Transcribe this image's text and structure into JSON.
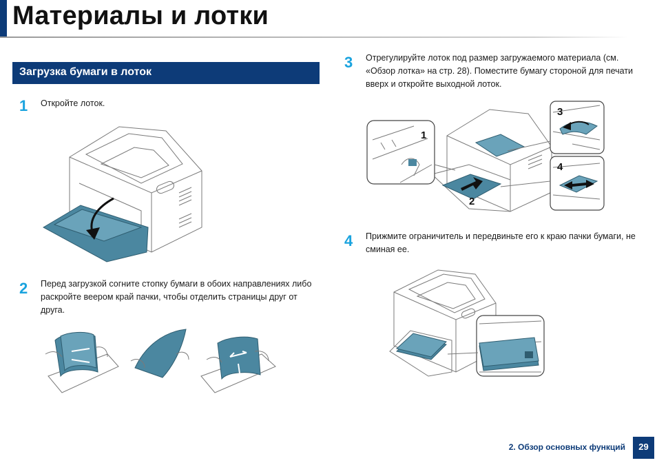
{
  "header": {
    "title": "Материалы и лотки"
  },
  "section": {
    "title": "Загрузка бумаги в лоток"
  },
  "steps": [
    {
      "number": "1",
      "text": "Откройте лоток."
    },
    {
      "number": "2",
      "text": "Перед загрузкой согните стопку бумаги в обоих направлениях либо раскройте веером край пачки, чтобы отделить страницы друг от друга."
    },
    {
      "number": "3",
      "text": "Отрегулируйте лоток под размер загружаемого материала (см. «Обзор лотка» на стр. 28). Поместите бумагу стороной для печати вверх и откройте выходной лоток."
    },
    {
      "number": "4",
      "text": "Прижмите ограничитель и передвиньте его к краю пачки бумаги, не сминая ее."
    }
  ],
  "figure3": {
    "callouts": [
      "1",
      "2",
      "3",
      "4"
    ]
  },
  "footer": {
    "chapter": "2. Обзор основных функций",
    "page": "29"
  }
}
